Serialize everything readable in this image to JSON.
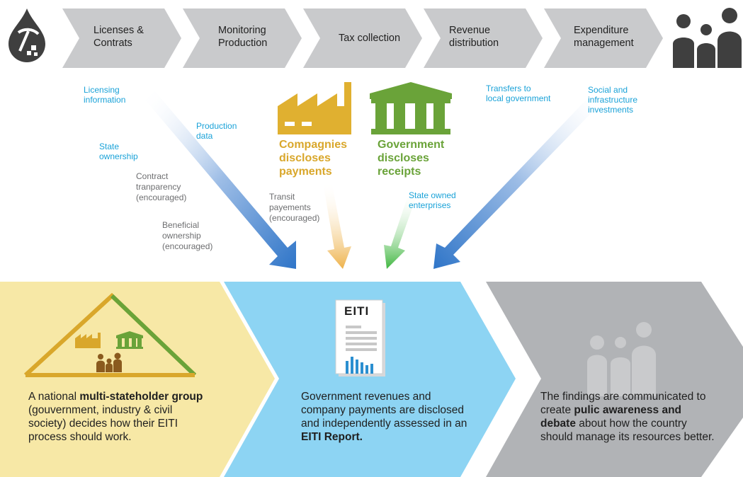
{
  "value_chain": [
    {
      "id": "licenses",
      "line1": "Licenses &",
      "line2": "Contrats"
    },
    {
      "id": "monitoring",
      "line1": "Monitoring",
      "line2": "Production"
    },
    {
      "id": "tax",
      "line1": "Tax collection",
      "line2": ""
    },
    {
      "id": "revenue",
      "line1": "Revenue",
      "line2": "distribution"
    },
    {
      "id": "expenditure",
      "line1": "Expenditure",
      "line2": "management"
    }
  ],
  "labels": {
    "licensing_1": "Licensing",
    "licensing_2": "information",
    "state_own_1": "State",
    "state_own_2": "ownership",
    "production_1": "Production",
    "production_2": "data",
    "contract_1": "Contract",
    "contract_2": "tranparency",
    "contract_3": "(encouraged)",
    "beneficial_1": "Beneficial",
    "beneficial_2": "ownership",
    "beneficial_3": "(encouraged)",
    "transit_1": "Transit",
    "transit_2": "payements",
    "transit_3": "(encouraged)",
    "companies_1": "Compagnies",
    "companies_2": "discloses",
    "companies_3": "payments",
    "government_1": "Government",
    "government_2": "discloses",
    "government_3": "receipts",
    "soe_1": "State owned",
    "soe_2": "enterprises",
    "transfers_1": "Transfers to",
    "transfers_2": "local government",
    "social_1": "Social and",
    "social_2": "infrastructure",
    "social_3": "investments"
  },
  "panels": {
    "msg": {
      "pre": "A national ",
      "bold": "multi-stateholder group",
      "post": " (gouvernment, industry & civil society) decides how their EITI process should work."
    },
    "report": {
      "pre": "Government revenues and  company payments are disclosed and independently assessed in an ",
      "bold": "EITI Report.",
      "post": ""
    },
    "public": {
      "pre": "The findings are communicated to create ",
      "bold": "pulic awareness and debate",
      "post": " about how the country should manage its resources better."
    }
  },
  "eiti_logo": "EITI",
  "colors": {
    "chevron_gray": "#c9cacc",
    "blue_text": "#1aa2d8",
    "company_gold": "#d9a72b",
    "government_green": "#6aa339",
    "panel_yellow": "#f7e8a6",
    "panel_blue": "#8dd4f3",
    "panel_gray": "#b1b3b6",
    "dark_icon": "#3f3f3f"
  },
  "icons": [
    "oil-drop-pickaxe-icon",
    "people-icon",
    "factory-icon",
    "government-building-icon",
    "eiti-report-icon"
  ]
}
